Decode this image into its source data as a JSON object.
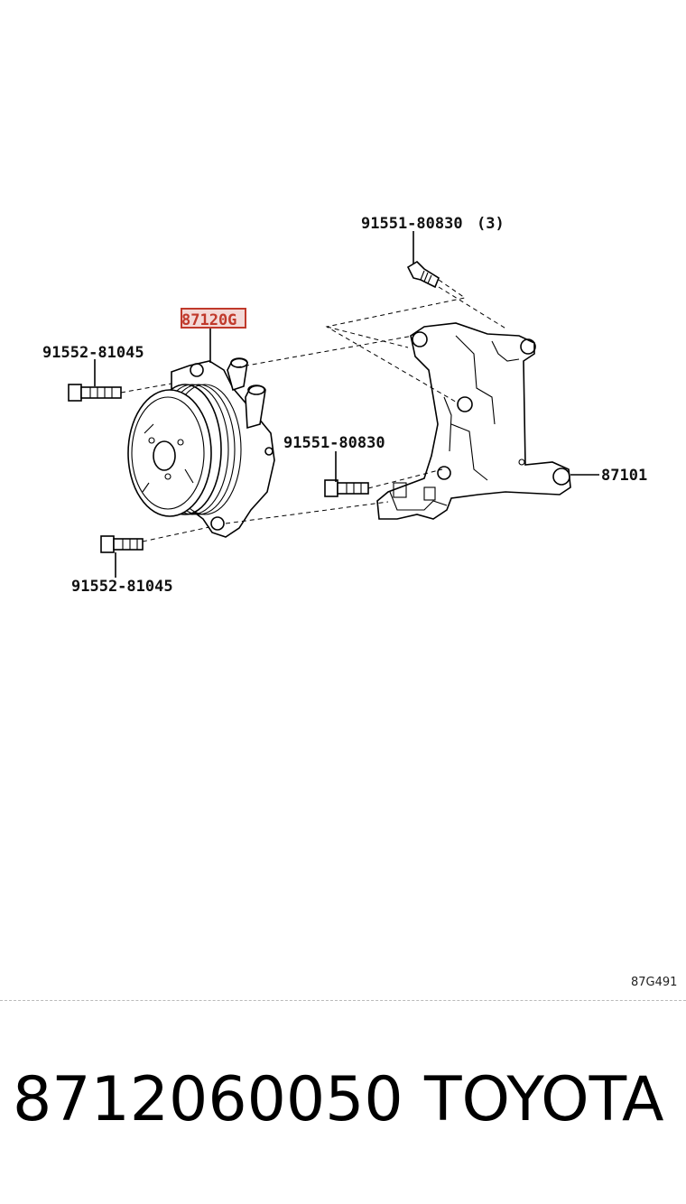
{
  "diagram": {
    "callouts": {
      "bolt_top": "91551-80830",
      "bolt_top_qty": "(3)",
      "pump": "87120G",
      "bolt_left_upper": "91552-81045",
      "bolt_mid": "91551-80830",
      "bracket": "87101",
      "bolt_left_lower": "91552-81045"
    },
    "figure_code": "87G491",
    "highlight_color": "#c0392b"
  },
  "footer": {
    "part_number": "8712060050",
    "brand": "TOYOTA"
  }
}
